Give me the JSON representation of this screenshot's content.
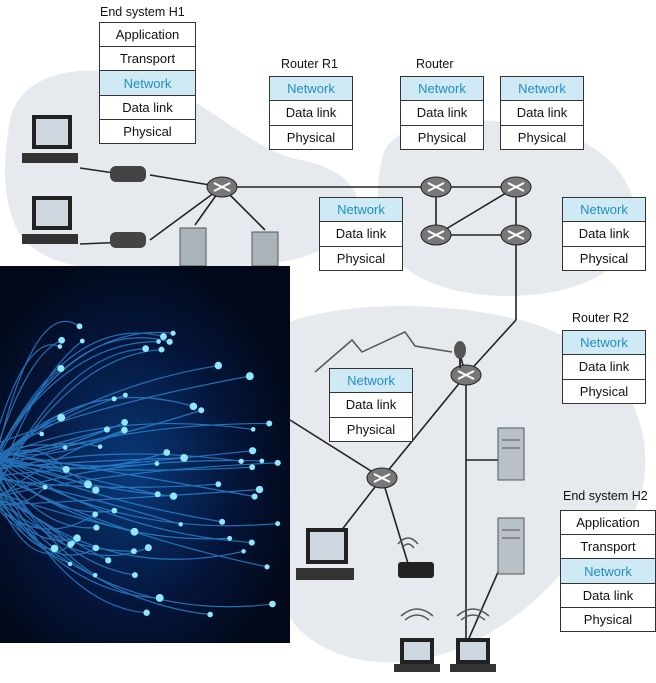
{
  "end_system_h1": {
    "caption": "End system H1",
    "layers": [
      "Application",
      "Transport",
      "Network",
      "Data link",
      "Physical"
    ]
  },
  "router_r1": {
    "caption": "Router R1",
    "layers": [
      "Network",
      "Data link",
      "Physical"
    ]
  },
  "router_top": {
    "caption": "Router",
    "stacks": [
      [
        "Network",
        "Data link",
        "Physical"
      ],
      [
        "Network",
        "Data link",
        "Physical"
      ],
      [
        "Network",
        "Data link",
        "Physical"
      ],
      [
        "Network",
        "Data link",
        "Physical"
      ]
    ]
  },
  "router_r2": {
    "caption": "Router R2",
    "layers": [
      "Network",
      "Data link",
      "Physical"
    ]
  },
  "router_mid": {
    "layers": [
      "Network",
      "Data link",
      "Physical"
    ]
  },
  "end_system_h2": {
    "caption": "End system H2",
    "layers": [
      "Application",
      "Transport",
      "Network",
      "Data link",
      "Physical"
    ]
  },
  "colors": {
    "network_fill": "#cfe9f5",
    "network_text": "#1f8fc4",
    "cloud": "#e6eaee",
    "fiber_bg": "#020818",
    "fiber_glow": "#5fd7ff"
  },
  "icons": [
    "router-icon",
    "desktop-computer-icon",
    "modem-icon",
    "server-icon",
    "laptop-icon",
    "wireless-access-point-icon",
    "satellite-dish-icon",
    "lightning-link-icon"
  ]
}
